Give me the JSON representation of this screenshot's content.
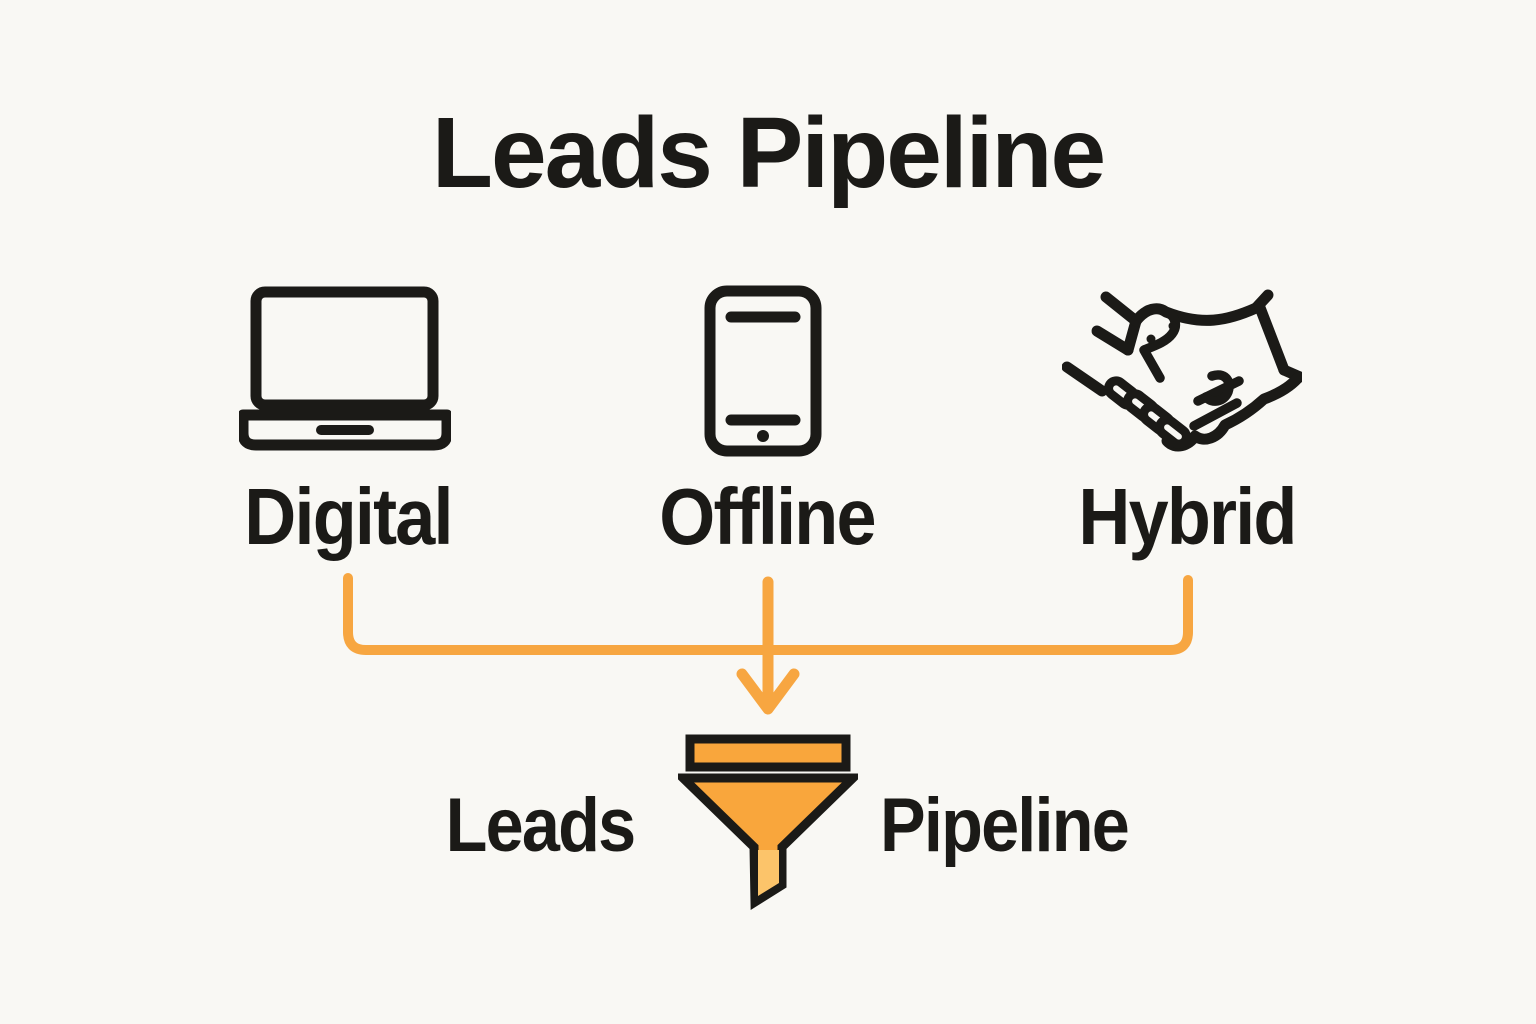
{
  "title": "Leads Pipeline",
  "colors": {
    "background": "#F9F8F4",
    "ink": "#1B1A17",
    "accent": "#F7A641",
    "funnel_fill": "#F9A63C",
    "funnel_highlight": "#FCC46A"
  },
  "sources": [
    {
      "label": "Digital",
      "icon": "laptop-icon"
    },
    {
      "label": "Offline",
      "icon": "smartphone-icon"
    },
    {
      "label": "Hybrid",
      "icon": "handshake-icon"
    }
  ],
  "funnel": {
    "left_label": "Leads",
    "right_label": "Pipeline",
    "icon": "funnel-icon"
  }
}
